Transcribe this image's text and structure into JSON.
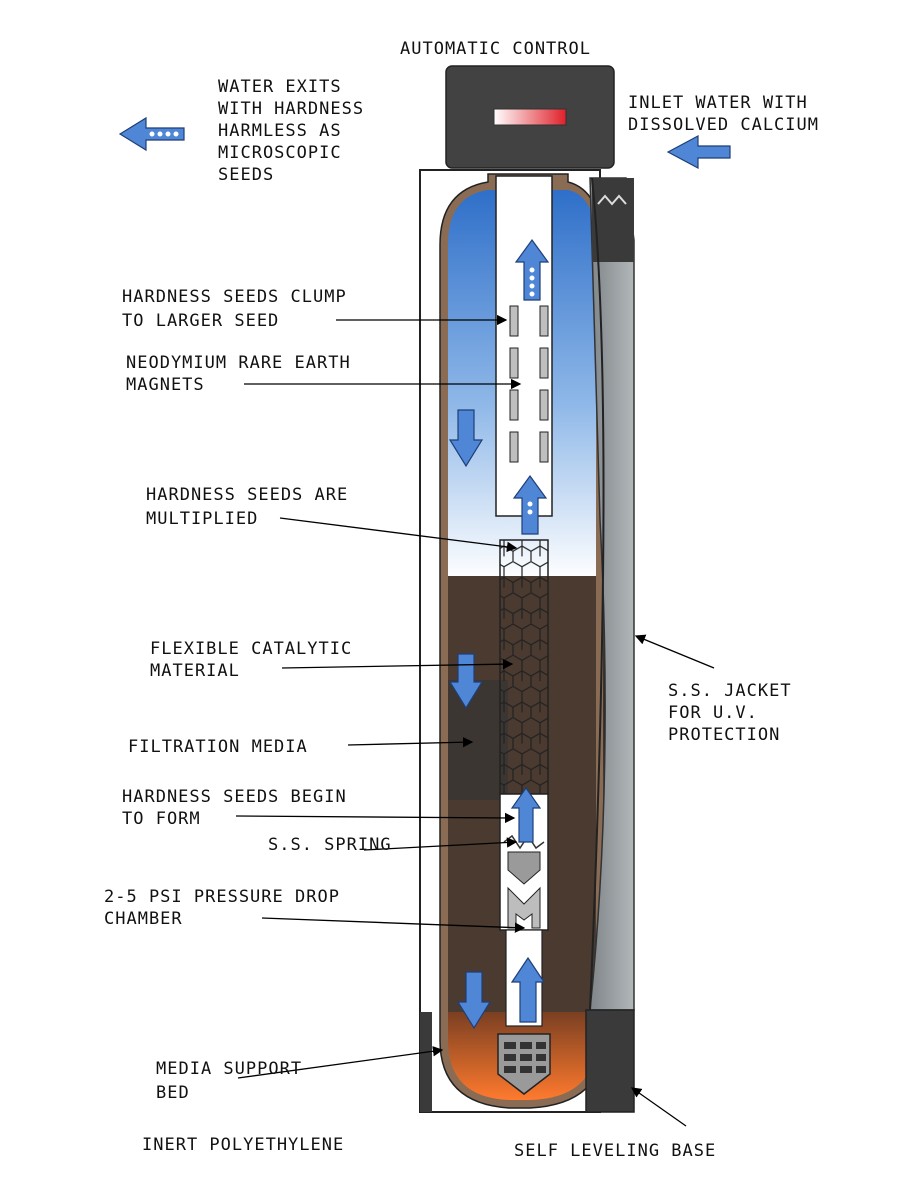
{
  "labels": {
    "automatic_control": "AUTOMATIC CONTROL",
    "water_exits": [
      "WATER EXITS",
      "WITH HARDNESS",
      "HARMLESS AS",
      "MICROSCOPIC",
      "SEEDS"
    ],
    "inlet_water": [
      "INLET WATER WITH",
      "DISSOLVED CALCIUM"
    ],
    "seeds_clump": [
      "HARDNESS SEEDS CLUMP",
      "TO LARGER SEED"
    ],
    "magnets": [
      "NEODYMIUM RARE EARTH",
      "MAGNETS"
    ],
    "seeds_multiplied": [
      "HARDNESS SEEDS ARE",
      "MULTIPLIED"
    ],
    "catalytic": [
      "FLEXIBLE CATALYTIC",
      "MATERIAL"
    ],
    "filtration": "FILTRATION MEDIA",
    "seeds_form": [
      "HARDNESS SEEDS BEGIN",
      "TO FORM"
    ],
    "spring": "S.S. SPRING",
    "pressure_drop": [
      "2-5 PSI PRESSURE DROP",
      "CHAMBER"
    ],
    "support_bed": [
      "MEDIA SUPPORT",
      "BED"
    ],
    "polyethylene": "INERT POLYETHYLENE",
    "jacket": [
      "S.S. JACKET",
      "FOR U.V.",
      "PROTECTION"
    ],
    "base": "SELF LEVELING BASE"
  },
  "colors": {
    "water_top": "#3b7fd4",
    "water_bottom": "#ffffff",
    "media": "#4a3a30",
    "support_bed": "#e8642a",
    "arrow": "#4f86d6",
    "jacket": "#9aa0a3",
    "control": "#404040",
    "display": "#e0202a"
  }
}
